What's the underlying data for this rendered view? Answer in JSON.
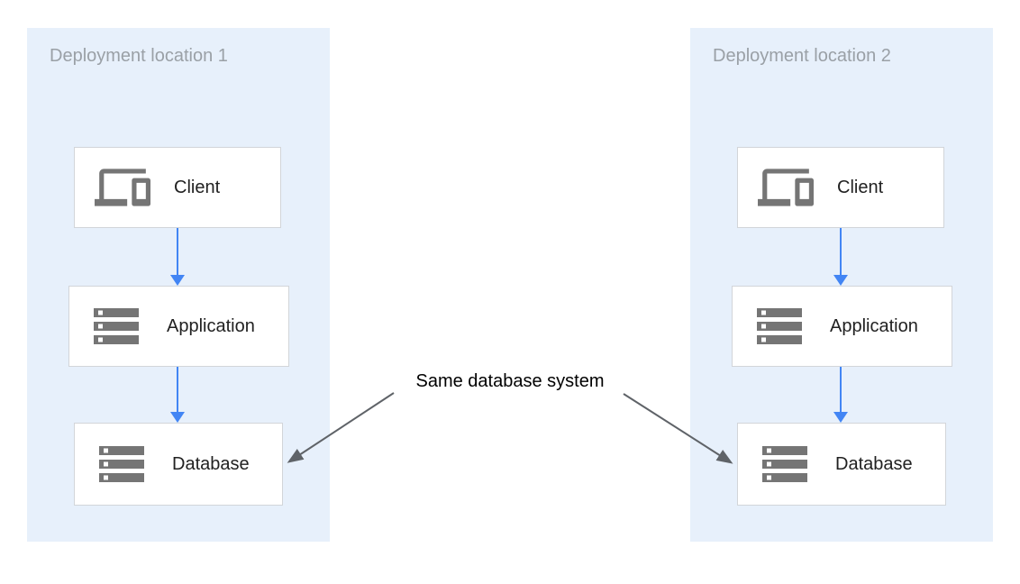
{
  "diagram": {
    "panels": [
      {
        "title": "Deployment location 1",
        "nodes": [
          {
            "icon": "devices-icon",
            "label": "Client"
          },
          {
            "icon": "storage-icon",
            "label": "Application"
          },
          {
            "icon": "storage-icon",
            "label": "Database"
          }
        ]
      },
      {
        "title": "Deployment location 2",
        "nodes": [
          {
            "icon": "devices-icon",
            "label": "Client"
          },
          {
            "icon": "storage-icon",
            "label": "Application"
          },
          {
            "icon": "storage-icon",
            "label": "Database"
          }
        ]
      }
    ],
    "annotation": {
      "label": "Same database system"
    },
    "colors": {
      "panel_bg": "#E7F0FB",
      "box_border": "#D2D5D9",
      "icon_gray": "#757575",
      "flow_arrow": "#4285F4",
      "annotation_arrow": "#5F6368",
      "panel_title": "#9AA0A6",
      "node_label": "#212121",
      "annotation_text": "#000000"
    }
  }
}
